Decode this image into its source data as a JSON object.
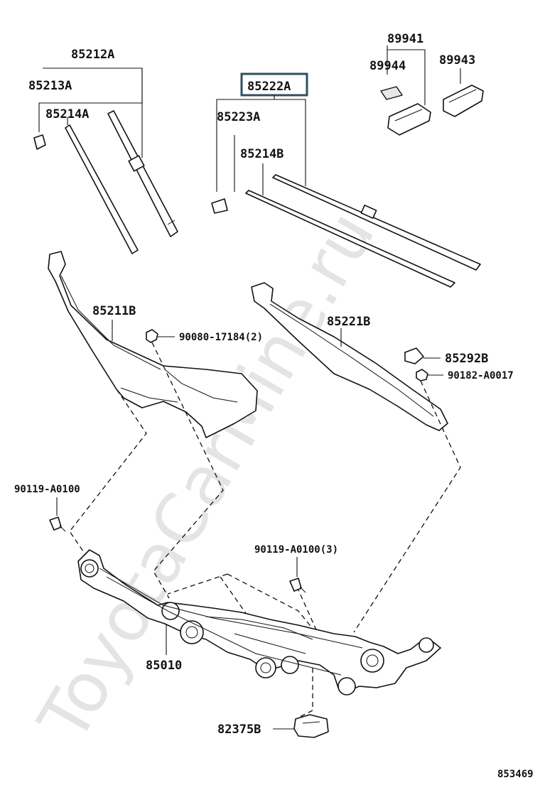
{
  "labels": {
    "p85212A": "85212A",
    "p85213A": "85213A",
    "p85214A": "85214A",
    "p85222A": "85222A",
    "p85223A": "85223A",
    "p85214B": "85214B",
    "p89941": "89941",
    "p89944": "89944",
    "p89943": "89943",
    "p85211B": "85211B",
    "p90080": "90080-17184(2)",
    "p85221B": "85221B",
    "p85292B": "85292B",
    "p90182": "90182-A0017",
    "p90119a": "90119-A0100",
    "p90119b": "90119-A0100(3)",
    "p85010": "85010",
    "p82375B": "82375B",
    "diagramId": "853469"
  },
  "watermark": "ToyotaCarMine.ru",
  "colors": {
    "highlight_box": "#2f4f5f",
    "line": "#111111"
  }
}
